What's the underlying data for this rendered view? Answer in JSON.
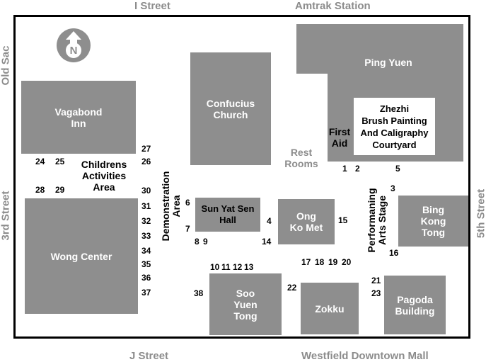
{
  "streets": {
    "i_street": "I Street",
    "amtrak": "Amtrak Station",
    "j_street": "J Street",
    "westfield": "Westfield  Downtown Mall",
    "old_sac": "Old Sac",
    "third_street": "3rd Street",
    "fifth_street": "5th Street"
  },
  "compass": {
    "letter": "N"
  },
  "buildings": {
    "vagabond_inn": "Vagabond\nInn",
    "confucius_church": "Confucius\nChurch",
    "ping_yuen": "Ping Yuen",
    "zhezhi": "Zhezhi\nBrush Painting\nAnd Caligraphy\nCourtyard",
    "wong_center": "Wong Center",
    "sun_yat_sen": "Sun Yat Sen\nHall",
    "ong_ko_met": "Ong\nKo Met",
    "bing_kong_tong": "Bing\nKong\nTong",
    "soo_yuen_tong": "Soo\nYuen\nTong",
    "zokku": "Zokku",
    "pagoda_building": "Pagoda\nBuilding"
  },
  "areas": {
    "first_aid": "First\nAid",
    "childrens_activities": "Childrens\nActivities\nArea",
    "demonstration_area": "Demonstration\nArea",
    "performing_arts_stage": "Performaning\nArts Stage",
    "rest_rooms": "Rest\nRooms"
  },
  "booths": {
    "n1": "1",
    "n2": "2",
    "n3": "3",
    "n4": "4",
    "n5": "5",
    "n6": "6",
    "n7": "7",
    "n8": "8",
    "n9": "9",
    "n10": "10",
    "n11": "11",
    "n12": "12",
    "n13": "13",
    "n14": "14",
    "n15": "15",
    "n16": "16",
    "n17": "17",
    "n18": "18",
    "n19": "19",
    "n20": "20",
    "n21": "21",
    "n22": "22",
    "n23": "23",
    "n24": "24",
    "n25": "25",
    "n26": "26",
    "n27": "27",
    "n28": "28",
    "n29": "29",
    "n30": "30",
    "n31": "31",
    "n32": "32",
    "n33": "33",
    "n34": "34",
    "n35": "35",
    "n36": "36",
    "n37": "37",
    "n38": "38"
  },
  "colors": {
    "building": "#8e8e8e",
    "street_label": "#8c8c8c",
    "border": "#000000"
  }
}
